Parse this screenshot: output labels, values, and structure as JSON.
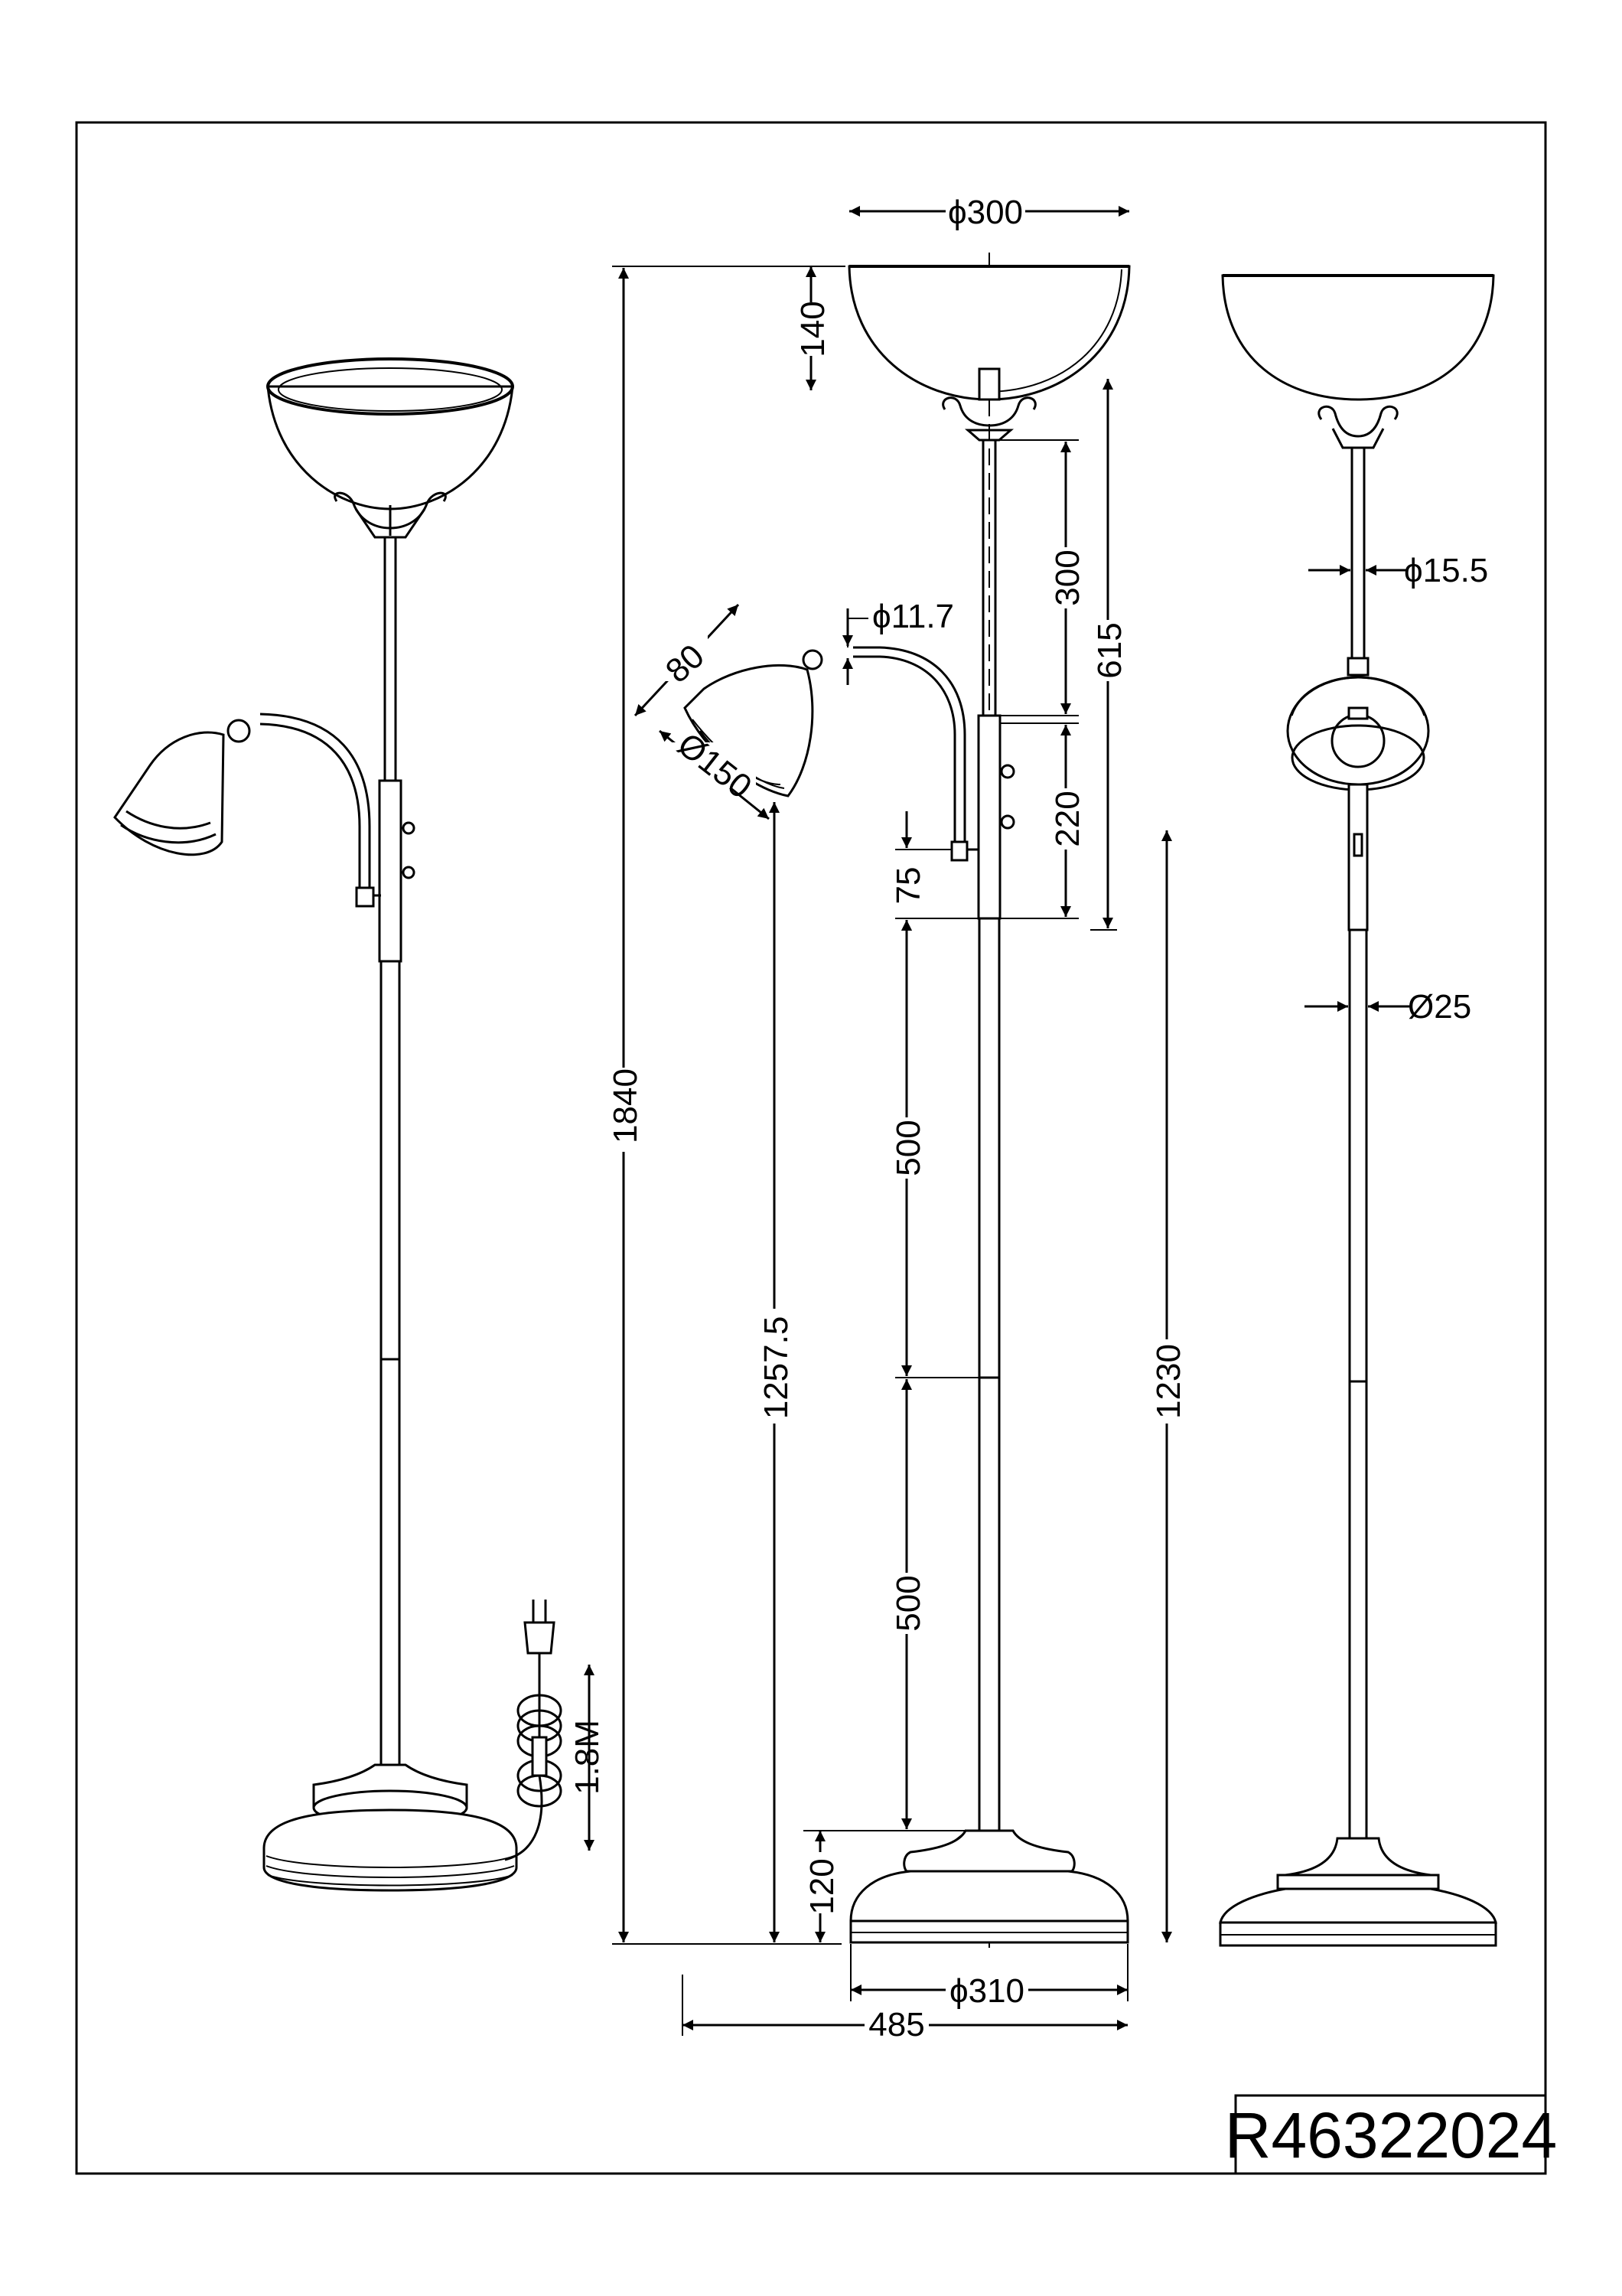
{
  "product_code": "R46322024",
  "dimensions": {
    "shade_diameter": "ϕ300",
    "shade_height": "140",
    "reading_pole_length": "300",
    "upper_section": "615",
    "reading_arm_diameter": "ϕ11.7",
    "reading_shade_depth": "80",
    "reading_shade_diameter": "Ø150",
    "switch_section": "220",
    "switch_offset": "75",
    "pole_segment_upper": "500",
    "pole_segment_lower": "500",
    "reading_lamp_height": "1257.5",
    "total_height": "1840",
    "base_height": "120",
    "base_diameter": "ϕ310",
    "total_width": "485",
    "cable_length": "1.8M",
    "upper_pole_diameter": "ϕ15.5",
    "lower_pole_diameter": "Ø25",
    "switch_height": "1230"
  }
}
